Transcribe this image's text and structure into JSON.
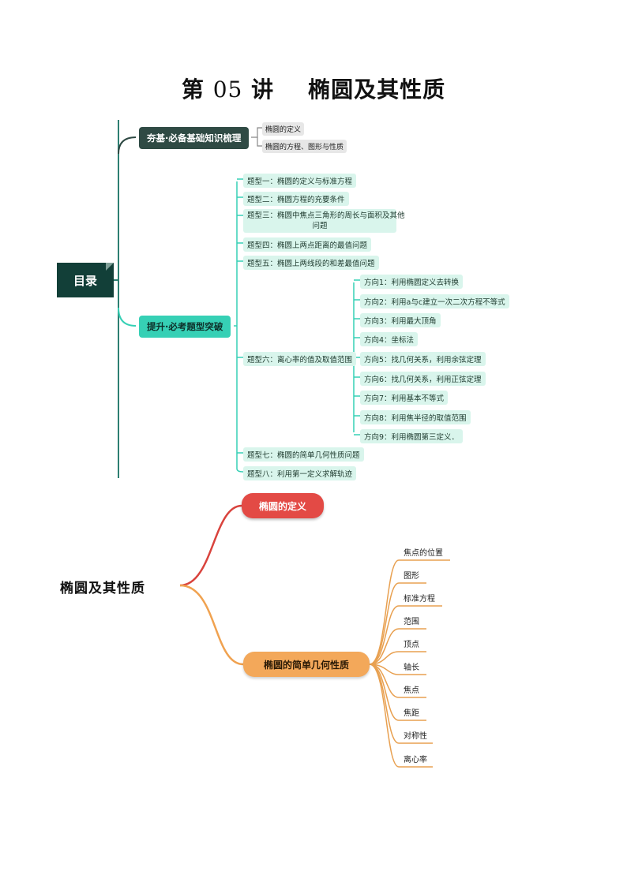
{
  "title": {
    "prefix": "第",
    "num": "05",
    "rest": "讲    椭圆及其性质"
  },
  "toc": {
    "root": "目录",
    "branch1": {
      "label": "夯基·必备基础知识梳理",
      "items": [
        "椭圆的定义",
        "椭圆的方程、图形与性质"
      ]
    },
    "branch2": {
      "label": "提升·必考题型突破",
      "types": [
        "题型一：椭圆的定义与标准方程",
        "题型二：椭圆方程的充要条件",
        "题型三：椭圆中焦点三角形的周长与面积及其他",
        "问题",
        "题型四：椭圆上两点距离的最值问题",
        "题型五：椭圆上两线段的和差最值问题",
        "题型六：离心率的值及取值范围",
        "题型七：椭圆的简单几何性质问题",
        "题型八：利用第一定义求解轨迹"
      ],
      "directions": [
        "方向1：利用椭圆定义去转换",
        "方向2：利用a与c建立一次二次方程不等式",
        "方向3：利用最大顶角",
        "方向4：坐标法",
        "方向5：找几何关系，利用余弦定理",
        "方向6：找几何关系，利用正弦定理",
        "方向7：利用基本不等式",
        "方向8：利用焦半径的取值范围",
        "方向9：利用椭圆第三定义．"
      ]
    }
  },
  "mindmap": {
    "root": "椭圆及其性质",
    "node1": "椭圆的定义",
    "node2": "椭圆的简单几何性质",
    "leaves": [
      "焦点的位置",
      "图形",
      "标准方程",
      "范围",
      "顶点",
      "轴长",
      "焦点",
      "焦距",
      "对称性",
      "离心率"
    ]
  },
  "colors": {
    "teal": "#36d0b5",
    "dark": "#2f4a44",
    "red": "#e34a45",
    "orange": "#f3a85a",
    "mint": "#d9f5ec"
  }
}
